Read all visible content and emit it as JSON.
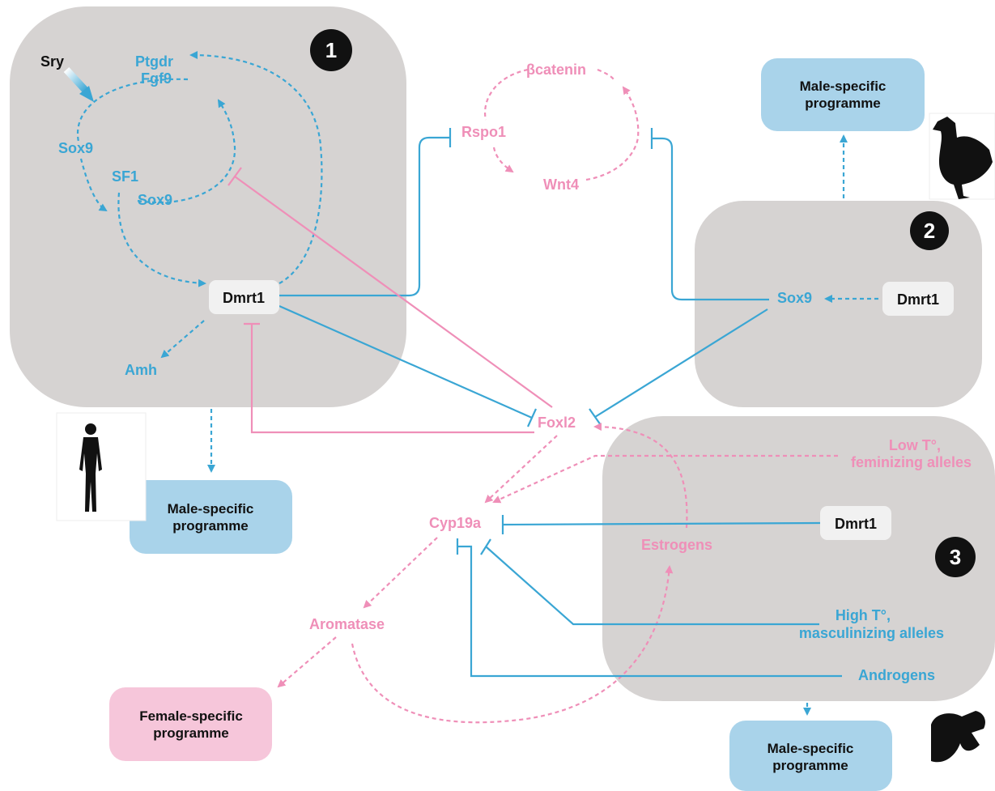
{
  "colors": {
    "male": "#3aa6d4",
    "female": "#ef8fb8",
    "panel": "#d6d3d2",
    "male_box": "#a9d3ea",
    "female_box": "#f6c6da"
  },
  "icons": {
    "human": "human-silhouette-icon",
    "chicken": "chicken-silhouette-icon",
    "fish": "fish-silhouette-icon"
  },
  "panels": {
    "p1": {
      "number": "1"
    },
    "p2": {
      "number": "2"
    },
    "p3": {
      "number": "3"
    }
  },
  "genes": {
    "sry": "Sry",
    "ptgdr": "Ptgdr",
    "fgf9": "Fgf9",
    "sox9_a": "Sox9",
    "sf1": "SF1",
    "sox9_b": "Sox9",
    "dmrt1_p1": "Dmrt1",
    "amh": "Amh",
    "bcatenin": "βcatenin",
    "rspo1": "Rspo1",
    "wnt4": "Wnt4",
    "sox9_p2": "Sox9",
    "dmrt1_p2": "Dmrt1",
    "foxl2": "Foxl2",
    "cyp19a": "Cyp19a",
    "aromatase": "Aromatase",
    "estrogens": "Estrogens",
    "dmrt1_p3": "Dmrt1",
    "low_t_1": "Low T°,",
    "low_t_2": "feminizing alleles",
    "high_t_1": "High T°,",
    "high_t_2": "masculinizing alleles",
    "androgens": "Androgens"
  },
  "programmes": {
    "male_top": [
      "Male-specific",
      "programme"
    ],
    "male_left": [
      "Male-specific",
      "programme"
    ],
    "male_bottom": [
      "Male-specific",
      "programme"
    ],
    "female": [
      "Female-specific",
      "programme"
    ]
  }
}
